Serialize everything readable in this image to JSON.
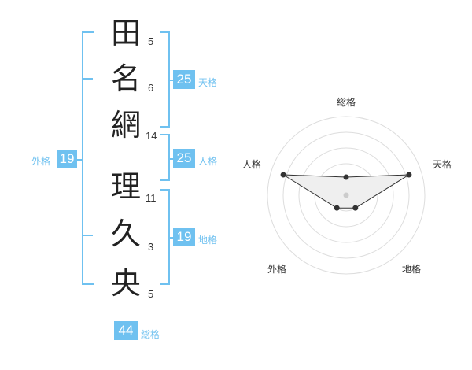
{
  "name_chars": [
    {
      "char": "田",
      "strokes": "5"
    },
    {
      "char": "名",
      "strokes": "6"
    },
    {
      "char": "網",
      "strokes": "14"
    },
    {
      "char": "理",
      "strokes": "11"
    },
    {
      "char": "久",
      "strokes": "3"
    },
    {
      "char": "央",
      "strokes": "5"
    }
  ],
  "fortunes": {
    "tenkaku": {
      "label": "天格",
      "value": "25"
    },
    "jinkaku": {
      "label": "人格",
      "value": "25"
    },
    "chikaku": {
      "label": "地格",
      "value": "19"
    },
    "gaikaku": {
      "label": "外格",
      "value": "19"
    },
    "soukaku": {
      "label": "総格",
      "value": "44"
    }
  },
  "radar": {
    "axes": [
      "総格",
      "天格",
      "地格",
      "外格",
      "人格"
    ],
    "values": [
      0.23,
      0.84,
      0.2,
      0.2,
      0.84
    ],
    "fill": "#efefef",
    "line": "#333333",
    "ring_color": "#dddddd",
    "accent": "#6fc1f0"
  }
}
